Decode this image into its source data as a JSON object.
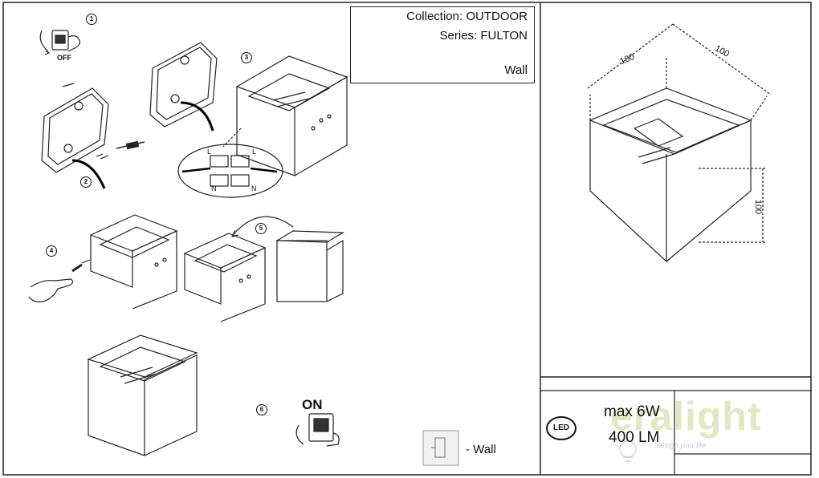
{
  "title_block": {
    "collection": "Collection: OUTDOOR",
    "series": "Series: FULTON",
    "mounting": "Wall"
  },
  "steps": [
    "1",
    "2",
    "3",
    "4",
    "5",
    "6"
  ],
  "switch_labels": {
    "off": "OFF",
    "on": "ON"
  },
  "wiring_labels": {
    "live": "L",
    "neutral": "N"
  },
  "dimensions": {
    "width": "100",
    "depth": "100",
    "height": "100"
  },
  "specs": {
    "badge": "LED",
    "power": "max 6W",
    "lumen": "400 LM"
  },
  "mount_legend": "- Wall",
  "watermark": {
    "brand": "eralight",
    "tagline": "design your life"
  }
}
